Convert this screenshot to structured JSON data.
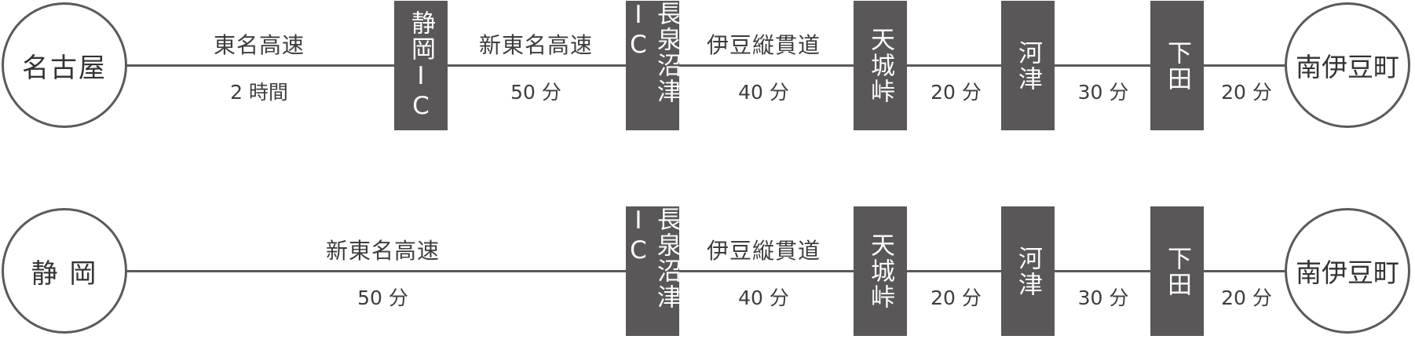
{
  "row1": {
    "origin": "名古屋",
    "destination": "南伊豆町",
    "seg_a_road": "東名高速",
    "seg_a_time": "2 時間",
    "stop_a": "静岡IC",
    "seg_b_road": "新東名高速",
    "seg_b_time": "50 分",
    "stop_b": "長泉沼津IC",
    "seg_c_road": "伊豆縦貫道",
    "seg_c_time": "40 分",
    "stop_c": "天城峠",
    "seg_d_time": "20 分",
    "stop_d": "河津",
    "seg_e_time": "30 分",
    "stop_e": "下田",
    "seg_f_time": "20 分"
  },
  "row2": {
    "origin": "静 岡",
    "destination": "南伊豆町",
    "seg_b_road": "新東名高速",
    "seg_b_time": "50 分",
    "stop_b": "長泉沼津IC",
    "seg_c_road": "伊豆縦貫道",
    "seg_c_time": "40 分",
    "stop_c": "天城峠",
    "seg_d_time": "20 分",
    "stop_d": "河津",
    "seg_e_time": "30 分",
    "stop_e": "下田",
    "seg_f_time": "20 分"
  }
}
